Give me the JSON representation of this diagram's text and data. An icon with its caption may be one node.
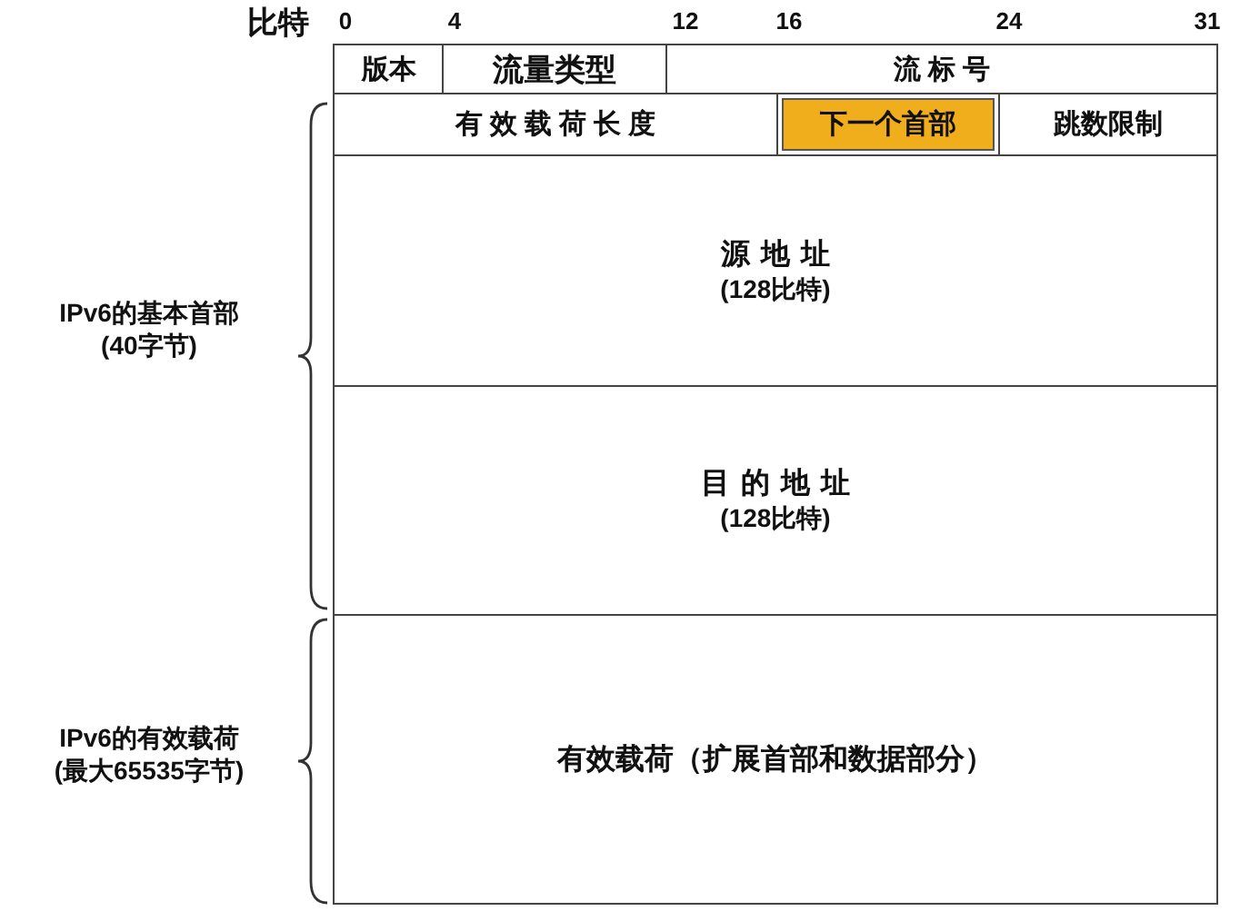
{
  "diagram": {
    "nodes": [
      {
        "text": [
          "版本"
        ]
      },
      {
        "text": [
          "流量类型"
        ]
      },
      {
        "text": [
          "流标号"
        ]
      },
      {
        "text": [
          "有效载荷长度"
        ]
      },
      {
        "text": [
          "下一个首部"
        ]
      },
      {
        "text": [
          "跳数限制"
        ]
      },
      {
        "text": [
          "源地址",
          "(128比特)"
        ]
      },
      {
        "text": [
          "目的地址",
          "(128比特)"
        ]
      },
      {
        "text": [
          "有效载荷（扩展首部和数据部分）"
        ]
      }
    ],
    "labels": [
      "比特",
      "0",
      "4",
      "12",
      "16",
      "24",
      "31",
      "IPv6的基本首部(40字节)",
      "IPv6的有效载荷(最大65535字节)"
    ]
  }
}
